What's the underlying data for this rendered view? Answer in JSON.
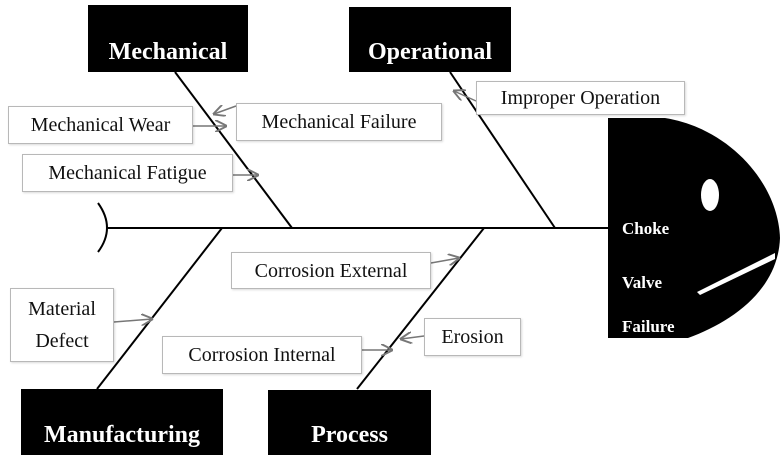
{
  "categories": {
    "mechanical": "Mechanical",
    "operational": "Operational",
    "manufacturing": "Manufacturing",
    "process": "Process"
  },
  "causes": {
    "mechanical_wear": "Mechanical Wear",
    "mechanical_failure": "Mechanical Failure",
    "mechanical_fatigue": "Mechanical Fatigue",
    "improper_operation": "Improper Operation",
    "corrosion_external": "Corrosion External",
    "material_defect_line1": "Material",
    "material_defect_line2": "Defect",
    "erosion": "Erosion",
    "corrosion_internal": "Corrosion Internal"
  },
  "effect": {
    "line1": "Choke",
    "line2": "Valve",
    "line3": "Failure"
  }
}
